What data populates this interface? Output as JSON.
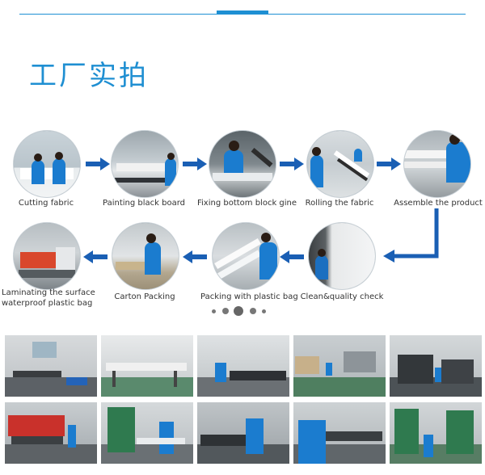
{
  "title": "工厂实拍",
  "colors": {
    "accent": "#1e8fd3",
    "arrow": "#1a5fb4"
  },
  "process_steps_row1": [
    {
      "label": "Cutting fabric"
    },
    {
      "label": "Painting black board"
    },
    {
      "label": "Fixing bottom block gine"
    },
    {
      "label": "Rolling the fabric"
    },
    {
      "label": "Assemble the product"
    }
  ],
  "process_steps_row2": [
    {
      "label": "Clean&quality check"
    },
    {
      "label": "Packing with plastic bag"
    },
    {
      "label": "Carton Packing"
    },
    {
      "label": "Laminating the surface\nwaterproof plastic bag"
    }
  ],
  "laminating_line1": "Laminating the surface",
  "laminating_line2": "waterproof plastic bag",
  "carousel": {
    "dot_count": 5,
    "active_index": 2
  },
  "photos": [
    "workshop-floor",
    "workshop-tables",
    "workers-assembling",
    "warehouse-aisle",
    "machine-room",
    "press-brake-machine",
    "punch-press-worker",
    "fabric-cutting",
    "worker-inspecting",
    "punch-press-machines"
  ]
}
